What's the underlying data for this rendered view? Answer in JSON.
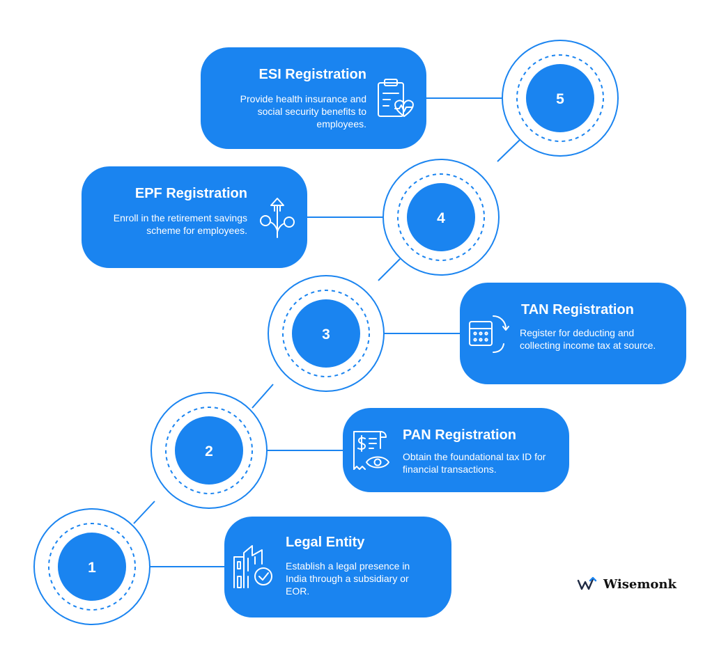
{
  "steps": [
    {
      "number": "1",
      "title": "Legal Entity",
      "description": "Establish a legal presence in India through a subsidiary or EOR."
    },
    {
      "number": "2",
      "title": "PAN Registration",
      "description": "Obtain the foundational tax ID for financial transactions."
    },
    {
      "number": "3",
      "title": "TAN Registration",
      "description": "Register for deducting and collecting income tax at source."
    },
    {
      "number": "4",
      "title": "EPF Registration",
      "description": "Enroll in the retirement savings scheme for employees."
    },
    {
      "number": "5",
      "title": "ESI Registration",
      "description": "Provide health insurance and social security benefits to employees."
    }
  ],
  "brand": {
    "name": "Wisemonk",
    "icon": "wisemonk-logo-icon"
  },
  "icons": [
    "building-check-icon",
    "receipt-eye-icon",
    "calculator-cycle-icon",
    "plant-growth-icon",
    "clipboard-heart-icon"
  ],
  "colors": {
    "accent": "#1a84f0",
    "line": "#1a84f0",
    "background": "#ffffff"
  }
}
